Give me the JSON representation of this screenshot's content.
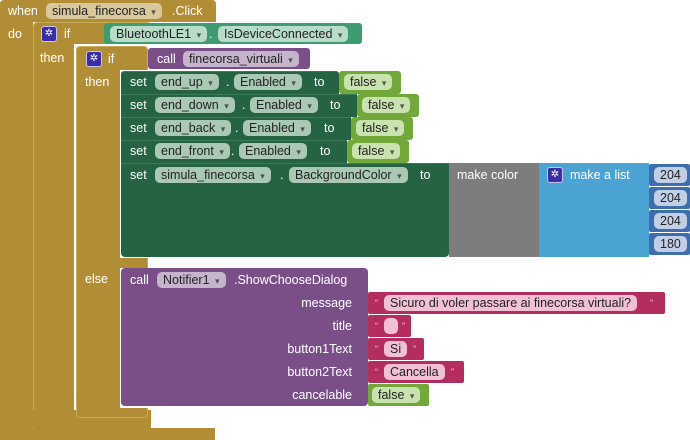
{
  "event": {
    "when": "when",
    "component": "simula_finecorsa",
    "event_name": ".Click",
    "do": "do"
  },
  "if1": {
    "if": "if",
    "then": "then",
    "condition": {
      "component": "BluetoothLE1",
      "dot": ".",
      "property": "IsDeviceConnected"
    }
  },
  "if2": {
    "if": "if",
    "then": "then",
    "else": "else",
    "condition": {
      "call": "call",
      "procedure": "finecorsa_virtuali"
    }
  },
  "setters": [
    {
      "set": "set",
      "component": "end_up",
      "dot": ".",
      "property": "Enabled",
      "to": "to",
      "value": "false"
    },
    {
      "set": "set",
      "component": "end_down",
      "dot": ".",
      "property": "Enabled",
      "to": "to",
      "value": "false"
    },
    {
      "set": "set",
      "component": "end_back",
      "dot": ".",
      "property": "Enabled",
      "to": "to",
      "value": "false"
    },
    {
      "set": "set",
      "component": "end_front",
      "dot": ".",
      "property": "Enabled",
      "to": "to",
      "value": "false"
    }
  ],
  "bg_setter": {
    "set": "set",
    "component": "simula_finecorsa",
    "dot": ".",
    "property": "BackgroundColor",
    "to": "to",
    "make_color": "make color",
    "make_list": "make a list",
    "values": [
      "204",
      "204",
      "204",
      "180"
    ]
  },
  "dialog": {
    "call": "call",
    "component": "Notifier1",
    "method": ".ShowChooseDialog",
    "params": [
      {
        "label": "message",
        "value": "Sicuro di voler passare ai finecorsa virtuali?"
      },
      {
        "label": "title",
        "value": ""
      },
      {
        "label": "button1Text",
        "value": "Si"
      },
      {
        "label": "button2Text",
        "value": "Cancella"
      },
      {
        "label": "cancelable",
        "value": "false"
      }
    ]
  },
  "colors": {
    "control": "#b18e35",
    "setter": "#266343",
    "component_teal": "#3f9c72",
    "procedure": "#7a4f87",
    "logic": "#72a83a",
    "color_block": "#7d7d7d",
    "list": "#4aa3d3",
    "number": "#3f6ead",
    "text": "#b32d5e"
  }
}
